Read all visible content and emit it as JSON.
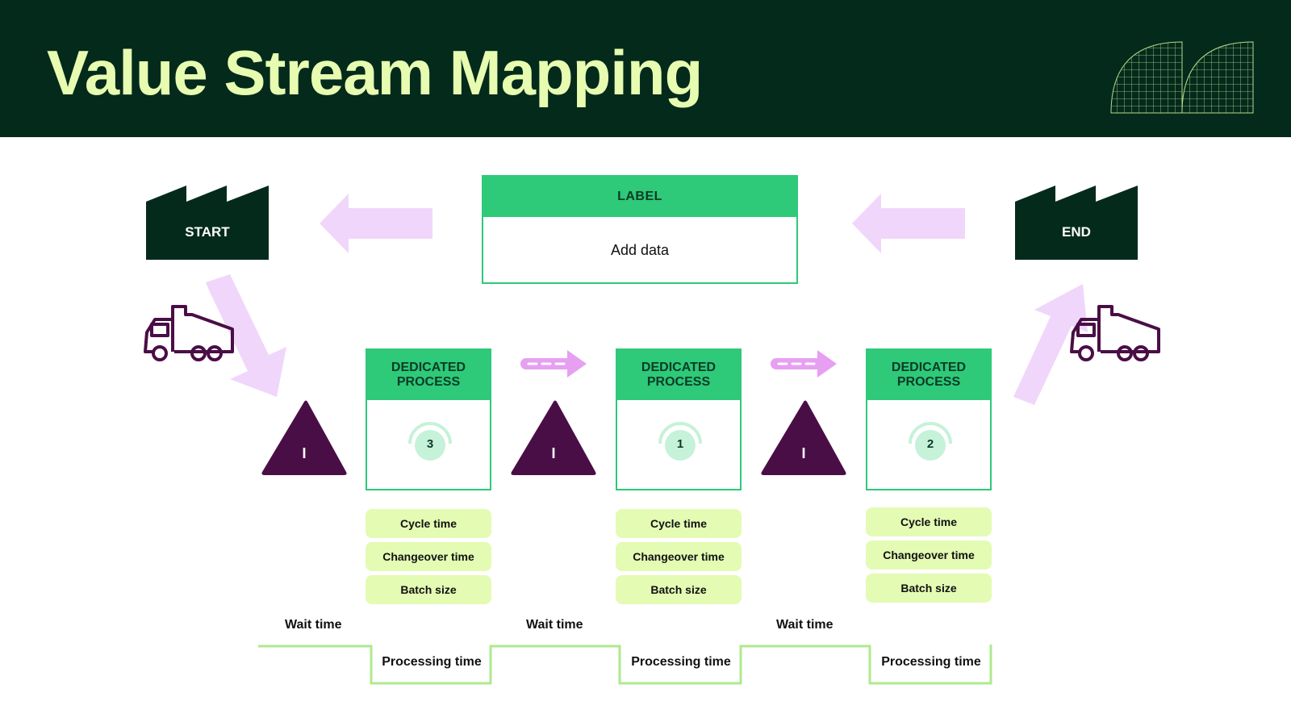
{
  "title": "Value Stream Mapping",
  "start": {
    "label": "START"
  },
  "end": {
    "label": "END"
  },
  "info_box": {
    "header": "LABEL",
    "body": "Add data"
  },
  "processes": [
    {
      "header": "DEDICATED PROCESS",
      "number": "3",
      "metrics": [
        "Cycle time",
        "Changeover time",
        "Batch size"
      ]
    },
    {
      "header": "DEDICATED PROCESS",
      "number": "1",
      "metrics": [
        "Cycle time",
        "Changeover time",
        "Batch size"
      ]
    },
    {
      "header": "DEDICATED PROCESS",
      "number": "2",
      "metrics": [
        "Cycle time",
        "Changeover time",
        "Batch size"
      ]
    }
  ],
  "inventory": [
    {
      "label": "I"
    },
    {
      "label": "I"
    },
    {
      "label": "I"
    }
  ],
  "timeline": {
    "wait_labels": [
      "Wait time",
      "Wait time",
      "Wait time"
    ],
    "processing_labels": [
      "Processing time",
      "Processing time",
      "Processing time"
    ]
  },
  "colors": {
    "header_bg": "#042a1c",
    "title": "#e7fcb0",
    "green": "#2ec979",
    "light_green": "#e4fbb4",
    "purple": "#4a0e46",
    "pink_arrow": "#f0d6fb",
    "dash_arrow": "#e79ff2"
  }
}
